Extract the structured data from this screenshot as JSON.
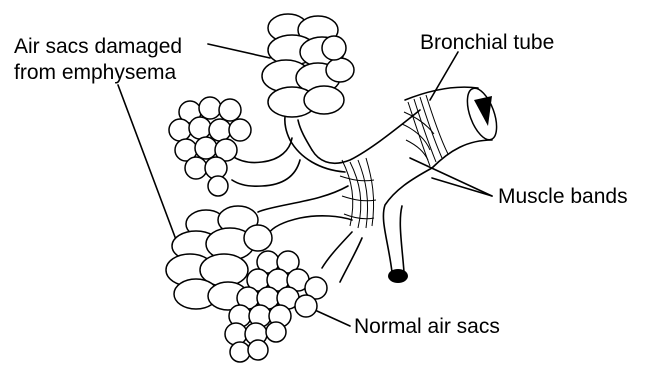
{
  "labels": {
    "damaged_line1": "Air sacs damaged",
    "damaged_line2": "from emphysema",
    "bronchial_tube": "Bronchial tube",
    "muscle_bands": "Muscle bands",
    "normal_air_sacs": "Normal air sacs"
  },
  "colors": {
    "ink": "#000000",
    "paper": "#ffffff"
  }
}
